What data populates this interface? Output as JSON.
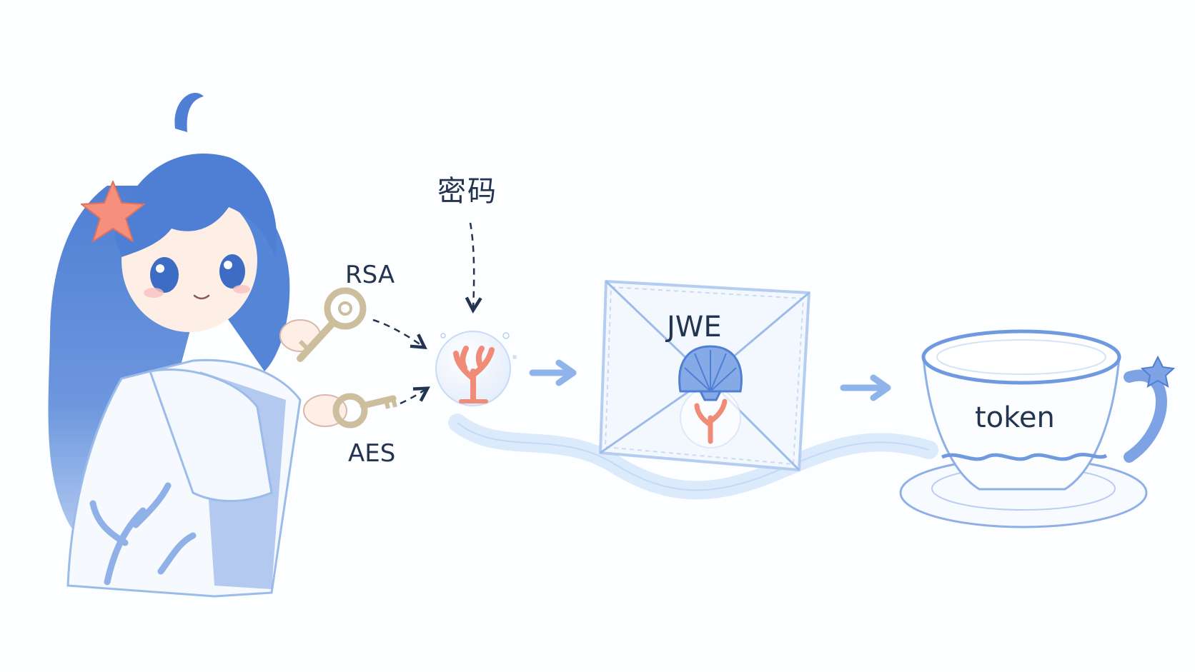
{
  "labels": {
    "rsa": "RSA",
    "aes": "AES",
    "password": "密码",
    "jwe": "JWE",
    "token": "token"
  },
  "colors": {
    "ink": "#22344f",
    "blue": "#5b86d6",
    "light_blue": "#cfe0f7",
    "arrow": "#8fb4ec",
    "coral": "#f08b78",
    "starfish": "#f4907c"
  },
  "icons": {
    "character": "sea-girl-illustration",
    "rsa_key": "ring-key-icon",
    "aes_key": "key-icon",
    "bubble": "coral-bubble-icon",
    "envelope": "envelope-icon",
    "seal": "shell-seal-icon",
    "teacup": "teacup-icon"
  }
}
